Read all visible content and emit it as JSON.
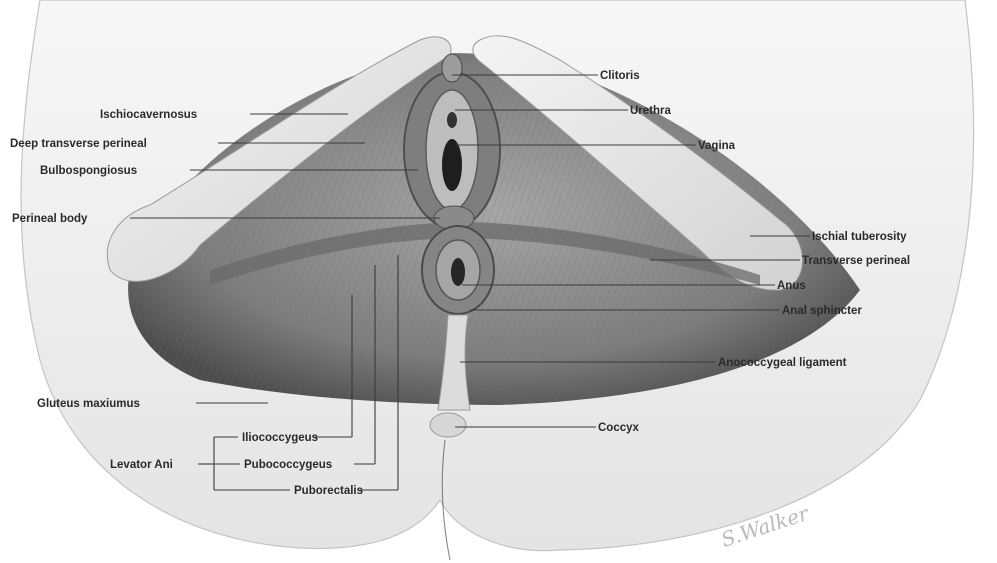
{
  "diagram": {
    "labels": {
      "clitoris": "Clitoris",
      "urethra": "Urethra",
      "vagina": "Vagina",
      "ischial_tuberosity": "Ischial tuberosity",
      "transverse_perineal": "Transverse perineal",
      "anus": "Anus",
      "anal_sphincter": "Anal sphincter",
      "anococcygeal_ligament": "Anococcygeal ligament",
      "coccyx": "Coccyx",
      "ischiocavernosus": "Ischiocavernosus",
      "deep_transverse_perineal": "Deep transverse perineal",
      "bulbospongiosus": "Bulbospongiosus",
      "perineal_body": "Perineal body",
      "gluteus_maxiumus": "Gluteus maxiumus",
      "levator_ani": "Levator Ani",
      "iliococcygeus": "Iliococcygeus",
      "pubococcygeus": "Pubococcygeus",
      "puborectalis": "Puborectalis"
    },
    "signature": "S.Walker",
    "colors": {
      "skin": "#efefef",
      "muscle": "#8f8f8f",
      "muscle_dark": "#5e5e5e",
      "bone": "#e6e6e6",
      "label": "#2a2a2a"
    }
  }
}
